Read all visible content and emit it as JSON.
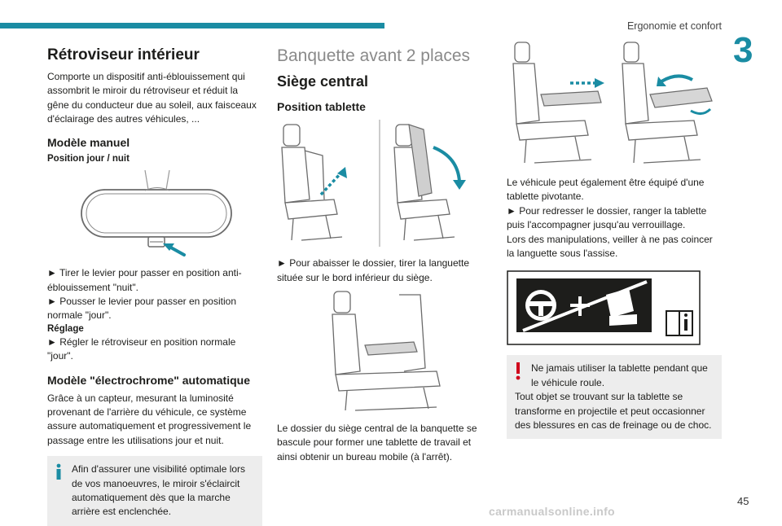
{
  "header": {
    "section": "Ergonomie et confort",
    "chapter_number": "3"
  },
  "col1": {
    "title": "Rétroviseur intérieur",
    "intro": "Comporte un dispositif anti-éblouissement qui assombrit le miroir du rétroviseur et réduit la gêne du conducteur due au soleil, aux faisceaux d'éclairage des autres véhicules, ...",
    "manual_title": "Modèle manuel",
    "daynight_title": "Position jour / nuit",
    "step1": "► Tirer le levier pour passer en position anti-éblouissement \"nuit\".",
    "step2": "► Pousser le levier pour passer en position normale \"jour\".",
    "reglage_title": "Réglage",
    "step3": "► Régler le rétroviseur en position normale \"jour\".",
    "electro_title": "Modèle \"électrochrome\" automatique",
    "electro_text": "Grâce à un capteur, mesurant la luminosité provenant de l'arrière du véhicule, ce système assure automatiquement et progressivement le passage entre les utilisations jour et nuit.",
    "info_text": "Afin d'assurer une visibilité optimale lors de vos manoeuvres, le miroir s'éclaircit automatiquement dès que la marche arrière est enclenchée."
  },
  "col2": {
    "chapter_title": "Banquette avant 2 places",
    "seat_title": "Siège central",
    "tablette_title": "Position tablette",
    "step1": "► Pour abaisser le dossier, tirer la languette située sur le bord inférieur du siège.",
    "text2": "Le dossier du siège central de la banquette se bascule pour former une tablette de travail et ainsi obtenir un bureau mobile (à l'arrêt)."
  },
  "col3": {
    "p1": "Le véhicule peut également être équipé d'une tablette pivotante.",
    "p2": "► Pour redresser le dossier, ranger la tablette puis l'accompagner jusqu'au verrouillage.",
    "p3": "Lors des manipulations, veiller à ne pas coincer la languette sous l'assise.",
    "warn_text": "Ne jamais utiliser la tablette pendant que le véhicule roule.",
    "warn_text2": "Tout objet se trouvant sur la tablette se transforme en projectile et peut occasionner des blessures en cas de freinage ou de choc."
  },
  "footer": {
    "page": "45",
    "watermark": "carmanualsonline.info"
  },
  "colors": {
    "accent": "#1a8ca3",
    "info": "#1a8ca3",
    "warning": "#d0021b",
    "box_bg": "#ededed"
  }
}
